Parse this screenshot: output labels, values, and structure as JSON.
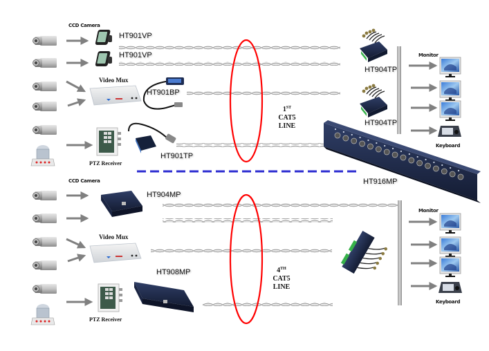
{
  "diagram": {
    "title": "CCTV over CAT5 twisted-pair transmission system",
    "top_section": {
      "camera_group_label": "CCD Camera",
      "video_mux_label": "Video Mux",
      "ptz_label": "PTZ Receiver",
      "transmitters": [
        "HT901VP",
        "HT901VP",
        "HT901BP",
        "HT901TP"
      ],
      "receivers": [
        "HT904TP",
        "HT904TP"
      ],
      "rack_receiver": "HT916MP",
      "cable_note": {
        "ordinal": "1",
        "suffix": "ST",
        "line2": "CAT5",
        "line3": "LINE"
      },
      "monitor_label": "Monitor",
      "keyboard_label": "Keyboard"
    },
    "bottom_section": {
      "camera_group_label": "CCD Camera",
      "video_mux_label": "Video Mux",
      "ptz_label": "PTZ Receiver",
      "transmitters": [
        "HT904MP",
        "HT908MP"
      ],
      "cable_note": {
        "ordinal": "4",
        "suffix": "TH",
        "line2": "CAT5",
        "line3": "LINE"
      },
      "monitor_label": "Monitor",
      "keyboard_label": "Keyboard"
    },
    "colors": {
      "highlight_ellipse": "#ff0000",
      "separator_dash": "#2a2ad0",
      "arrow": "#808080",
      "cable": "#9a9a9a",
      "rack": "#1e2a4a"
    }
  }
}
